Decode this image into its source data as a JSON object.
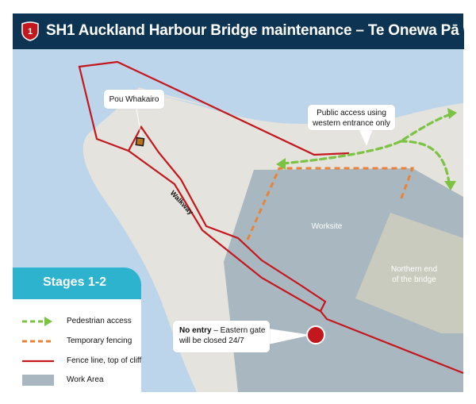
{
  "header": {
    "route_number": "1",
    "title": "SH1 Auckland Harbour Bridge maintenance – Te Onewa Pā"
  },
  "map": {
    "labels": {
      "pou_whakairo": "Pou Whakairo",
      "walkway": "Walkway",
      "public_access_line1": "Public access using",
      "public_access_line2": "western entrance only",
      "worksite": "Worksite",
      "northern_end_line1": "Northern end",
      "northern_end_line2": "of the bridge",
      "no_entry_bold": "No entry",
      "no_entry_rest": " – Eastern gate",
      "no_entry_line2": "will be closed 24/7"
    }
  },
  "legend": {
    "heading": "Stages 1-2",
    "items": [
      {
        "label": "Pedestrian access",
        "symbol": "green-dashed-arrow"
      },
      {
        "label": "Temporary fencing",
        "symbol": "orange-dashed-line"
      },
      {
        "label": "Fence line, top of cliff",
        "symbol": "red-line"
      },
      {
        "label": "Work Area",
        "symbol": "grey-swatch"
      }
    ]
  },
  "colors": {
    "water": "#bcd5ea",
    "land": "#e4e3dd",
    "header": "#0d3553",
    "legend_head": "#2eb3cf",
    "pedestrian": "#7cc243",
    "fencing": "#e8843a",
    "fence_line": "#c4171d",
    "work_area": "#a9b8c0",
    "bridge_end": "#c8cbbd",
    "shield": "#c4171d"
  }
}
